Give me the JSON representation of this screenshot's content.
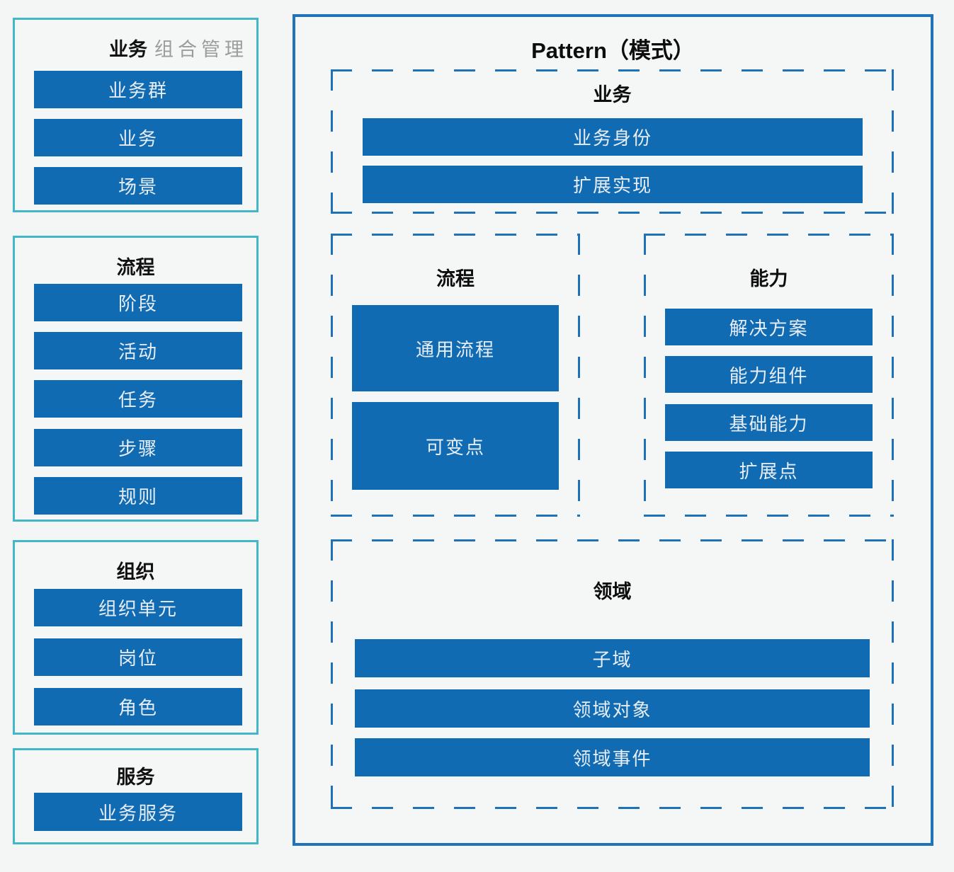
{
  "colors": {
    "background": "#f4f6f5",
    "bar_blue": "#116bb3",
    "teal_border": "#43b6c8",
    "pattern_border": "#2173b9",
    "dashed_border": "#1f72b8",
    "bar_text": "#e7edf4",
    "title_text": "#111111",
    "subtitle_gray": "#9c9c9c"
  },
  "left_panels": [
    {
      "title": "业务",
      "subtitle": "组合管理",
      "items": [
        "业务群",
        "业务",
        "场景"
      ]
    },
    {
      "title": "流程",
      "items": [
        "阶段",
        "活动",
        "任务",
        "步骤",
        "规则"
      ]
    },
    {
      "title": "组织",
      "items": [
        "组织单元",
        "岗位",
        "角色"
      ]
    },
    {
      "title": "服务",
      "items": [
        "业务服务"
      ]
    }
  ],
  "pattern": {
    "title": "Pattern（模式）",
    "sections": [
      {
        "title": "业务",
        "items": [
          "业务身份",
          "扩展实现"
        ]
      },
      {
        "title": "流程",
        "items": [
          "通用流程",
          "可变点"
        ]
      },
      {
        "title": "能力",
        "items": [
          "解决方案",
          "能力组件",
          "基础能力",
          "扩展点"
        ]
      },
      {
        "title": "领域",
        "items": [
          "子域",
          "领域对象",
          "领域事件"
        ]
      }
    ]
  }
}
